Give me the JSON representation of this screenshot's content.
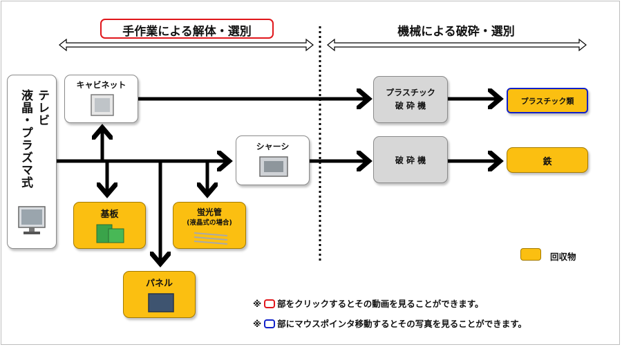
{
  "sections": {
    "manual": "手作業による解体・選別",
    "machine": "機械による破砕・選別"
  },
  "source": {
    "line1": "テレビ",
    "line2": "液晶・プラズマ式"
  },
  "nodes": {
    "cabinet": "キャビネット",
    "chassis": "シャーシ",
    "board": "基板",
    "fluorescent": "蛍光管",
    "fluorescent_note": "(液晶式の場合)",
    "panel": "パネル",
    "plastic_crusher_line1": "プラスチック",
    "plastic_crusher_line2": "破 砕 機",
    "crusher": "破 砕 機",
    "plastics": "プラスチック類",
    "iron": "鉄"
  },
  "legend": {
    "recovered": "回収物"
  },
  "notes": {
    "mark": "※",
    "red_note": "部をクリックするとその動画を見ることができます。",
    "blue_note": "部にマウスポインタ移動するとその写真を見ることができます。"
  },
  "colors": {
    "recovered_fill": "#fbbf11",
    "video_outline": "#e0161b",
    "photo_outline": "#1020c8"
  }
}
